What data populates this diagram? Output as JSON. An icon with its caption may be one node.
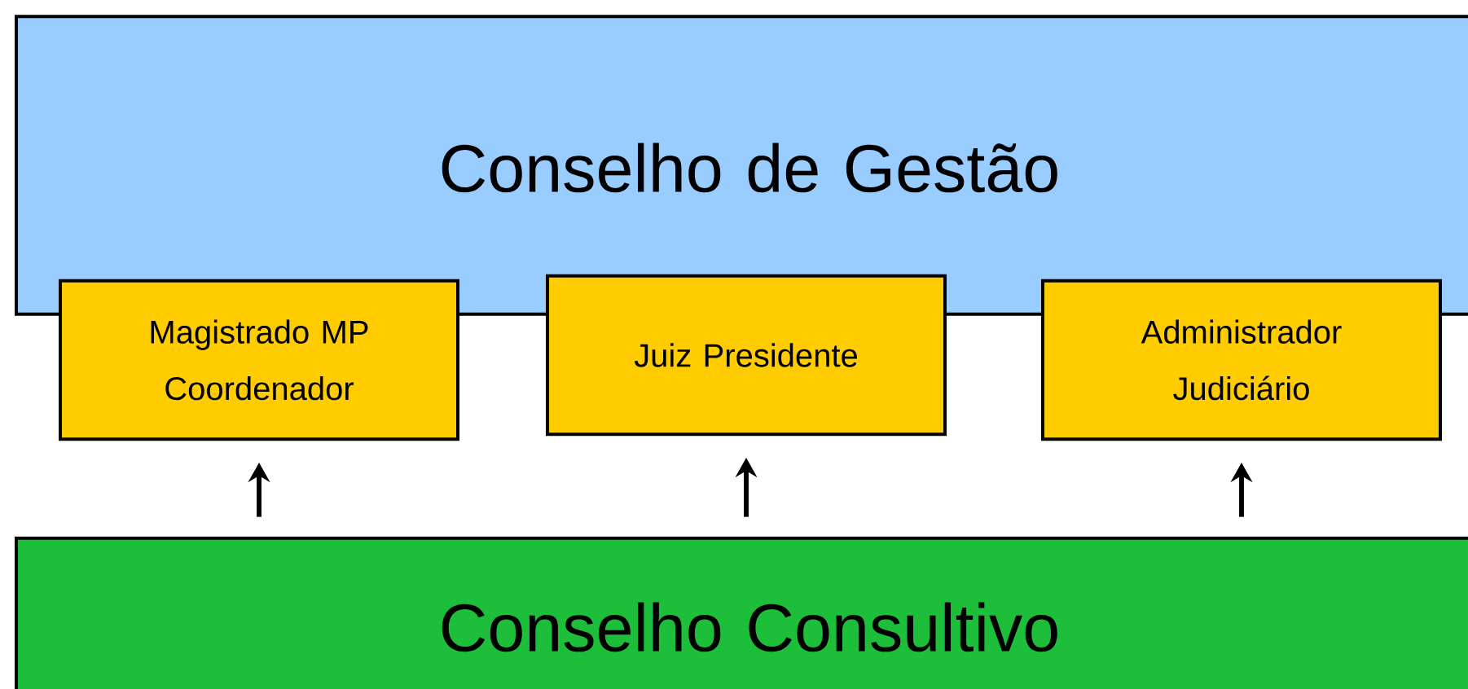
{
  "diagram": {
    "nodes": [
      {
        "text": [
          "Conselho de Gestão"
        ]
      },
      {
        "text": [
          "Magistrado MP Coordenador"
        ]
      },
      {
        "text": [
          "Juiz Presidente"
        ]
      },
      {
        "text": [
          "Administrador Judiciário"
        ]
      },
      {
        "text": [
          "Conselho Consultivo"
        ]
      }
    ],
    "edges": [
      {
        "from": 4,
        "to": 1,
        "arrow": "to"
      },
      {
        "from": 4,
        "to": 2,
        "arrow": "to"
      },
      {
        "from": 4,
        "to": 3,
        "arrow": "to"
      }
    ]
  }
}
